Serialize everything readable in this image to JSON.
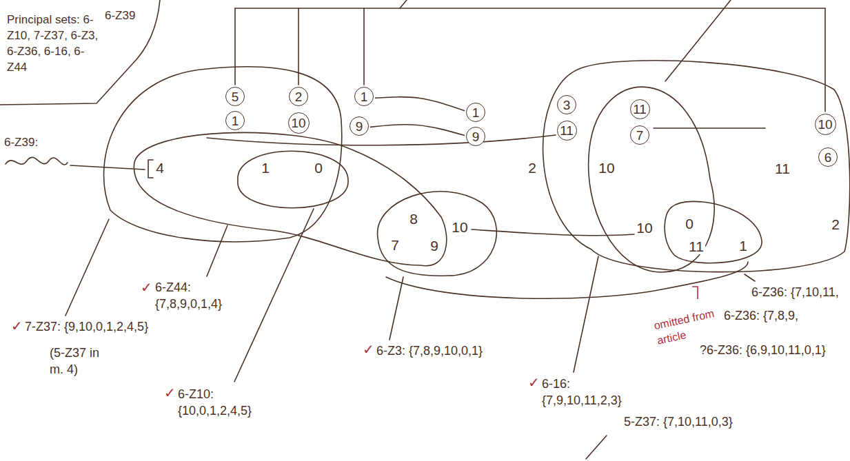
{
  "diagram": {
    "nodes": [
      {
        "text": [
          "5"
        ]
      },
      {
        "text": [
          "2"
        ]
      },
      {
        "text": [
          "1"
        ]
      },
      {
        "text": [
          "1"
        ]
      },
      {
        "text": [
          "3"
        ]
      },
      {
        "text": [
          "11"
        ]
      },
      {
        "text": [
          "10"
        ]
      },
      {
        "text": [
          "1"
        ]
      },
      {
        "text": [
          "10"
        ]
      },
      {
        "text": [
          "9"
        ]
      },
      {
        "text": [
          "9"
        ]
      },
      {
        "text": [
          "11"
        ]
      },
      {
        "text": [
          "7"
        ]
      },
      {
        "text": [
          "6"
        ]
      }
    ],
    "edges": [
      {
        "from": 2,
        "to": 3,
        "arrow": "none"
      },
      {
        "from": 9,
        "to": 10,
        "arrow": "none"
      }
    ],
    "labels": [
      "Principal sets: 6-Z10, 7-Z37, 6-Z3, 6-Z36, 6-16, 6-Z44",
      "6-Z39",
      "6-Z39:",
      "4",
      "1",
      "0",
      "2",
      "10",
      "11",
      "8",
      "10",
      "7",
      "9",
      "10",
      "0",
      "11",
      "1",
      "2",
      "✓",
      "6-Z44: {7,8,9,0,1,4}",
      "✓",
      "7-Z37: {9,10,0,1,2,4,5}",
      "(5-Z37 in m. 4)",
      "✓",
      "6-Z3: {7,8,9,10,0,1}",
      "✓",
      "6-Z10: {10,0,1,2,4,5}",
      "✓",
      "6-16: {7,9,10,11,2,3}",
      "6-Z36: {7,10,11,",
      "6-Z36: {7,8,9,",
      "?6-Z36: {6,9,10,11,0,1}",
      "omitted from article",
      "5-Z37: {7,10,11,0,3}"
    ]
  }
}
